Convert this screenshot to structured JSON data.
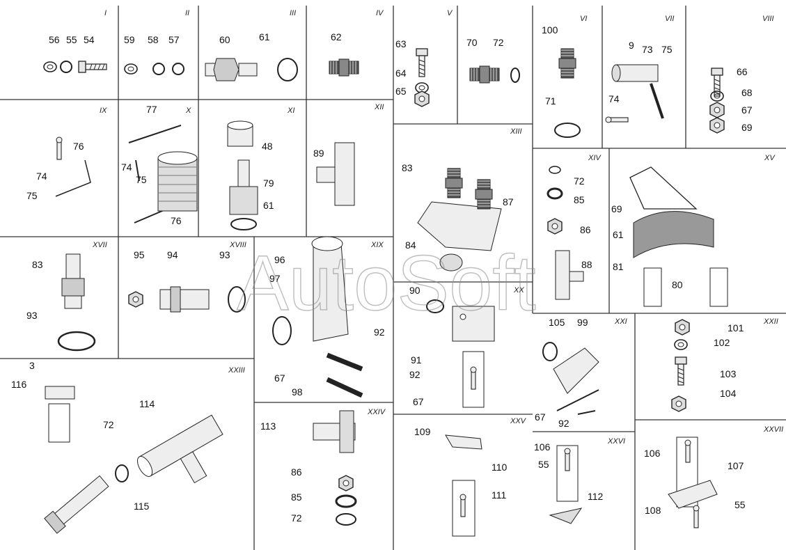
{
  "watermark": "AutoSoft",
  "ink": "#222222",
  "paper": "#ffffff",
  "panels": [
    {
      "id": "I",
      "parts": [
        "56",
        "55",
        "54"
      ]
    },
    {
      "id": "II",
      "parts": [
        "59",
        "58",
        "57"
      ]
    },
    {
      "id": "III",
      "parts": [
        "60",
        "61"
      ]
    },
    {
      "id": "IV",
      "parts": [
        "62"
      ]
    },
    {
      "id": "V",
      "parts": [
        "63",
        "64",
        "65",
        "70",
        "72"
      ]
    },
    {
      "id": "VI",
      "parts": [
        "100",
        "71"
      ]
    },
    {
      "id": "VII",
      "parts": [
        "9",
        "73",
        "75",
        "74"
      ]
    },
    {
      "id": "VIII",
      "parts": [
        "66",
        "68",
        "67",
        "69"
      ]
    },
    {
      "id": "IX",
      "parts": [
        "74",
        "76",
        "75"
      ]
    },
    {
      "id": "X",
      "parts": [
        "77",
        "74",
        "75",
        "76"
      ]
    },
    {
      "id": "XI",
      "parts": [
        "48",
        "79",
        "61"
      ]
    },
    {
      "id": "XII",
      "parts": [
        "89"
      ]
    },
    {
      "id": "XIII",
      "parts": [
        "83",
        "87",
        "84"
      ]
    },
    {
      "id": "XIV",
      "parts": [
        "72",
        "85",
        "86",
        "88"
      ]
    },
    {
      "id": "XV",
      "parts": [
        "69",
        "61",
        "81",
        "80"
      ]
    },
    {
      "id": "XVII",
      "parts": [
        "83",
        "93"
      ]
    },
    {
      "id": "XVIII",
      "parts": [
        "95",
        "94",
        "93"
      ]
    },
    {
      "id": "XIX",
      "parts": [
        "96",
        "97",
        "92",
        "67",
        "98"
      ]
    },
    {
      "id": "XX",
      "parts": [
        "90",
        "91",
        "92",
        "67"
      ]
    },
    {
      "id": "XXI",
      "parts": [
        "105",
        "99",
        "67",
        "92"
      ]
    },
    {
      "id": "XXII",
      "parts": [
        "101",
        "102",
        "103",
        "104"
      ]
    },
    {
      "id": "XXIII",
      "parts": [
        "3",
        "116",
        "114",
        "72",
        "115"
      ]
    },
    {
      "id": "XXIV",
      "parts": [
        "113",
        "86",
        "85",
        "72"
      ]
    },
    {
      "id": "XXV",
      "parts": [
        "109",
        "110",
        "111"
      ]
    },
    {
      "id": "XXVI",
      "parts": [
        "106",
        "55",
        "112"
      ]
    },
    {
      "id": "XXVII",
      "parts": [
        "106",
        "107",
        "108",
        "55"
      ]
    }
  ]
}
